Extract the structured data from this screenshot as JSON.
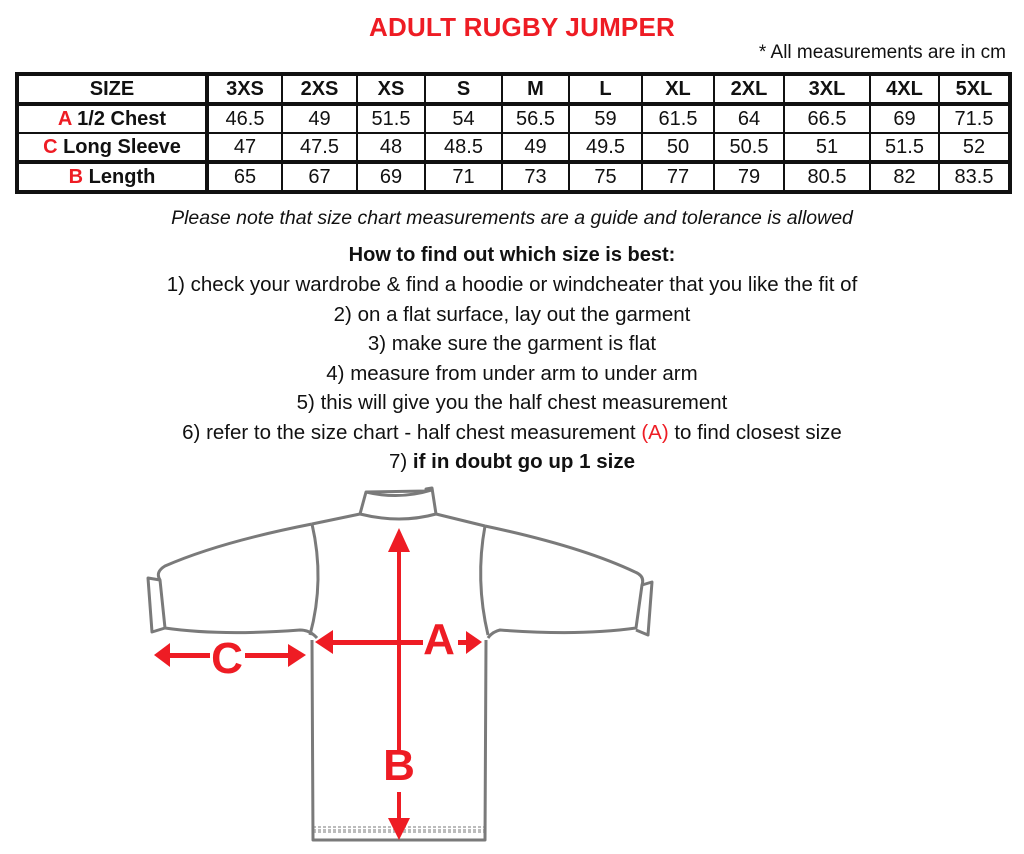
{
  "title": "ADULT RUGBY JUMPER",
  "units_note": "* All measurements are in cm",
  "table": {
    "header_label": "SIZE",
    "sizes": [
      "3XS",
      "2XS",
      "XS",
      "S",
      "M",
      "L",
      "XL",
      "2XL",
      "3XL",
      "4XL",
      "5XL"
    ],
    "rows": [
      {
        "key": "A",
        "label": "1/2 Chest",
        "values": [
          "46.5",
          "49",
          "51.5",
          "54",
          "56.5",
          "59",
          "61.5",
          "64",
          "66.5",
          "69",
          "71.5"
        ]
      },
      {
        "key": "C",
        "label": "Long Sleeve",
        "values": [
          "47",
          "47.5",
          "48",
          "48.5",
          "49",
          "49.5",
          "50",
          "50.5",
          "51",
          "51.5",
          "52"
        ]
      },
      {
        "key": "B",
        "label": "Length",
        "values": [
          "65",
          "67",
          "69",
          "71",
          "73",
          "75",
          "77",
          "79",
          "80.5",
          "82",
          "83.5"
        ]
      }
    ]
  },
  "tolerance_note": "Please note that size chart measurements are a guide and tolerance is allowed",
  "howto": {
    "title": "How to find out which size is best:",
    "steps": [
      "1) check your wardrobe & find a hoodie or windcheater that you like the fit of",
      "2) on a flat surface, lay out the garment",
      "3) make sure the garment is flat",
      "4) measure from under arm to under arm",
      "5) this will give you the half chest measurement"
    ],
    "step6_before": "6) refer to the size chart - half chest measurement ",
    "step6_ref": "(A)",
    "step6_after": " to find closest size",
    "step7_prefix": "7) ",
    "step7_bold": "if in doubt go up 1 size"
  },
  "diagram": {
    "label_a": "A",
    "label_b": "B",
    "label_c": "C"
  },
  "colors": {
    "accent_red": "#ee1c24",
    "outline_grey": "#7a7a7a",
    "text": "#111111"
  }
}
